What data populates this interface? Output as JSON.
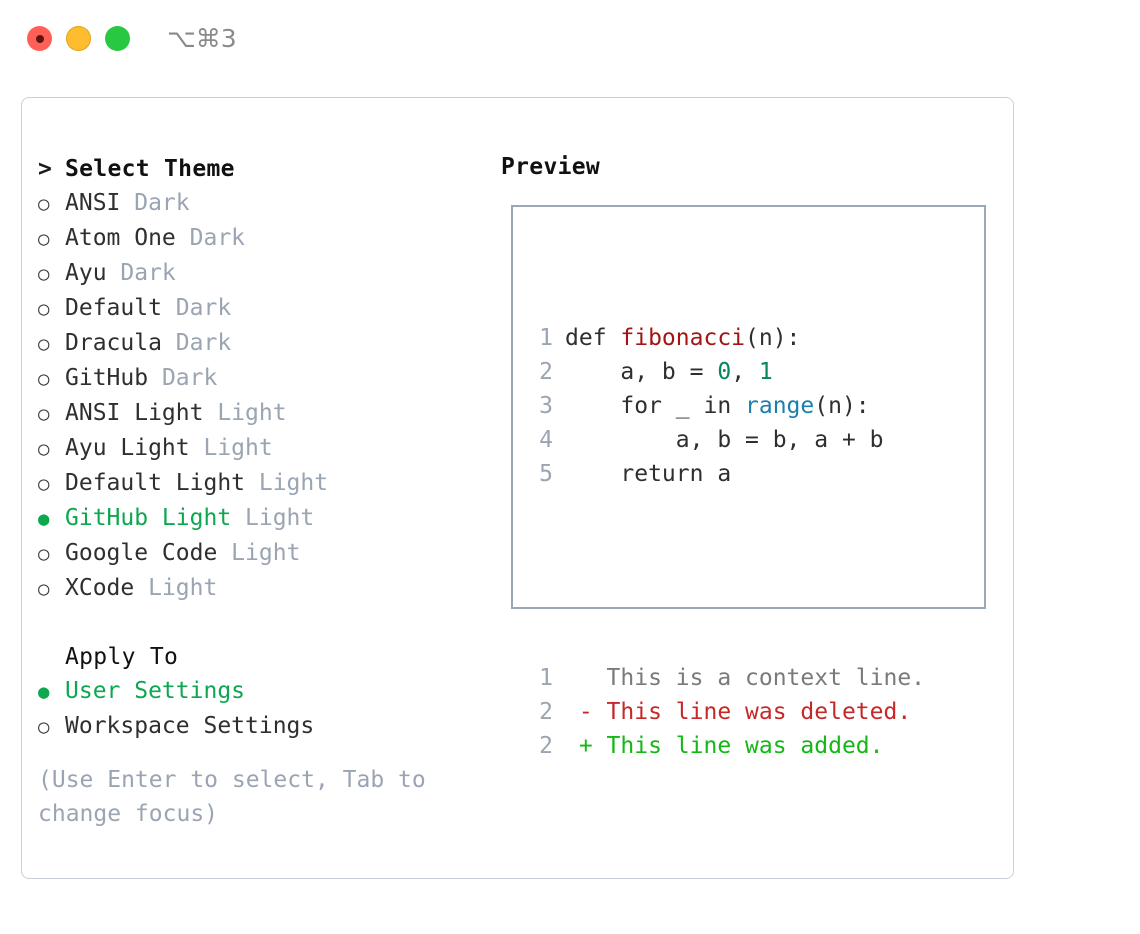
{
  "titlebar": {
    "shortcut": "⌥⌘3",
    "dots": [
      "close",
      "minimize",
      "maximize"
    ]
  },
  "left": {
    "header": {
      "marker": ">",
      "label": "Select Theme"
    },
    "themes": [
      {
        "marker": "○",
        "label": "ANSI",
        "suffix": "Dark",
        "selected": false
      },
      {
        "marker": "○",
        "label": "Atom One",
        "suffix": "Dark",
        "selected": false
      },
      {
        "marker": "○",
        "label": "Ayu",
        "suffix": "Dark",
        "selected": false
      },
      {
        "marker": "○",
        "label": "Default",
        "suffix": "Dark",
        "selected": false
      },
      {
        "marker": "○",
        "label": "Dracula",
        "suffix": "Dark",
        "selected": false
      },
      {
        "marker": "○",
        "label": "GitHub",
        "suffix": "Dark",
        "selected": false
      },
      {
        "marker": "○",
        "label": "ANSI Light",
        "suffix": "Light",
        "selected": false
      },
      {
        "marker": "○",
        "label": "Ayu Light",
        "suffix": "Light",
        "selected": false
      },
      {
        "marker": "○",
        "label": "Default Light",
        "suffix": "Light",
        "selected": false
      },
      {
        "marker": "●",
        "label": "GitHub Light",
        "suffix": "Light",
        "selected": true
      },
      {
        "marker": "○",
        "label": "Google Code",
        "suffix": "Light",
        "selected": false
      },
      {
        "marker": "○",
        "label": "XCode",
        "suffix": "Light",
        "selected": false
      }
    ],
    "apply_to": {
      "header": "Apply To",
      "options": [
        {
          "marker": "●",
          "label": "User Settings",
          "selected": true
        },
        {
          "marker": "○",
          "label": "Workspace Settings",
          "selected": false
        }
      ]
    },
    "hint": "(Use Enter to select, Tab to change focus)"
  },
  "preview": {
    "title": "Preview",
    "code_lines": [
      {
        "num": "1",
        "tokens": [
          {
            "text": "def ",
            "kind": "plain"
          },
          {
            "text": "fibonacci",
            "kind": "func"
          },
          {
            "text": "(n):",
            "kind": "plain"
          }
        ]
      },
      {
        "num": "2",
        "tokens": [
          {
            "text": "    a, b = ",
            "kind": "plain"
          },
          {
            "text": "0",
            "kind": "num"
          },
          {
            "text": ", ",
            "kind": "plain"
          },
          {
            "text": "1",
            "kind": "num"
          }
        ]
      },
      {
        "num": "3",
        "tokens": [
          {
            "text": "    for _ in ",
            "kind": "plain"
          },
          {
            "text": "range",
            "kind": "call"
          },
          {
            "text": "(n):",
            "kind": "plain"
          }
        ]
      },
      {
        "num": "4",
        "tokens": [
          {
            "text": "        a, b = b, a + b",
            "kind": "plain"
          }
        ]
      },
      {
        "num": "5",
        "tokens": [
          {
            "text": "    return a",
            "kind": "plain"
          }
        ]
      }
    ],
    "diff_lines": [
      {
        "num": "1",
        "sign": " ",
        "text": "This is a context line.",
        "kind": "context"
      },
      {
        "num": "2",
        "sign": "-",
        "text": "This line was deleted.",
        "kind": "deleted"
      },
      {
        "num": "2",
        "sign": "+",
        "text": "This line was added.",
        "kind": "added"
      }
    ]
  },
  "colors": {
    "accent_green": "#0da750",
    "muted": "#9aa4b2",
    "func_red": "#a31515",
    "number_teal": "#098658",
    "call_blue": "#1a7fad",
    "diff_delete": "#c62828",
    "diff_add": "#14b814",
    "border": "#c9cfd8",
    "preview_border": "#9aa7b6"
  }
}
